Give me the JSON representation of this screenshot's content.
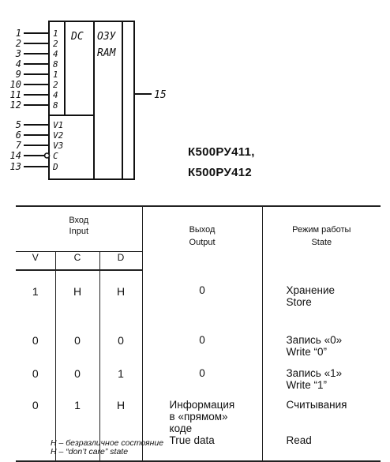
{
  "diagram": {
    "pins_left_top": [
      "1",
      "2",
      "3",
      "4",
      "9",
      "10",
      "11",
      "12"
    ],
    "addr_weights": [
      "1",
      "2",
      "4",
      "8",
      "1",
      "2",
      "4",
      "8"
    ],
    "pins_left_bottom": [
      "5",
      "6",
      "7",
      "14",
      "13"
    ],
    "ctrl_labels": [
      "V1",
      "V2",
      "V3",
      "C",
      "D"
    ],
    "dc_label": "DC",
    "mem_label1": "ОЗУ",
    "mem_label2": "RAM",
    "output_pin": "15"
  },
  "parts": [
    "К500РУ411,",
    "К500РУ412"
  ],
  "table": {
    "input_ru": "Вход",
    "input_en": "Input",
    "output_ru": "Выход",
    "output_en": "Output",
    "mode_ru": "Режим работы",
    "mode_en": "State",
    "cols": [
      "V",
      "C",
      "D"
    ],
    "rows": [
      {
        "v": "1",
        "c": "Н",
        "d": "Н",
        "out": "0",
        "state1": "Хранение",
        "state2": "Store"
      },
      {
        "v": "0",
        "c": "0",
        "d": "0",
        "out": "0",
        "state1": "Запись «0»",
        "state2": "Write “0”"
      },
      {
        "v": "0",
        "c": "0",
        "d": "1",
        "out": "0",
        "state1": "Запись «1»",
        "state2": "Write “1”"
      },
      {
        "v": "0",
        "c": "1",
        "d": "Н",
        "out1": "Информация",
        "out2": "в «прямом»",
        "out3": "коде",
        "out4": "True data",
        "state1": "Считывания",
        "state2": "Read"
      }
    ]
  },
  "notes": [
    "Н – безразличное состояние",
    "Н – “don’t care” state"
  ]
}
